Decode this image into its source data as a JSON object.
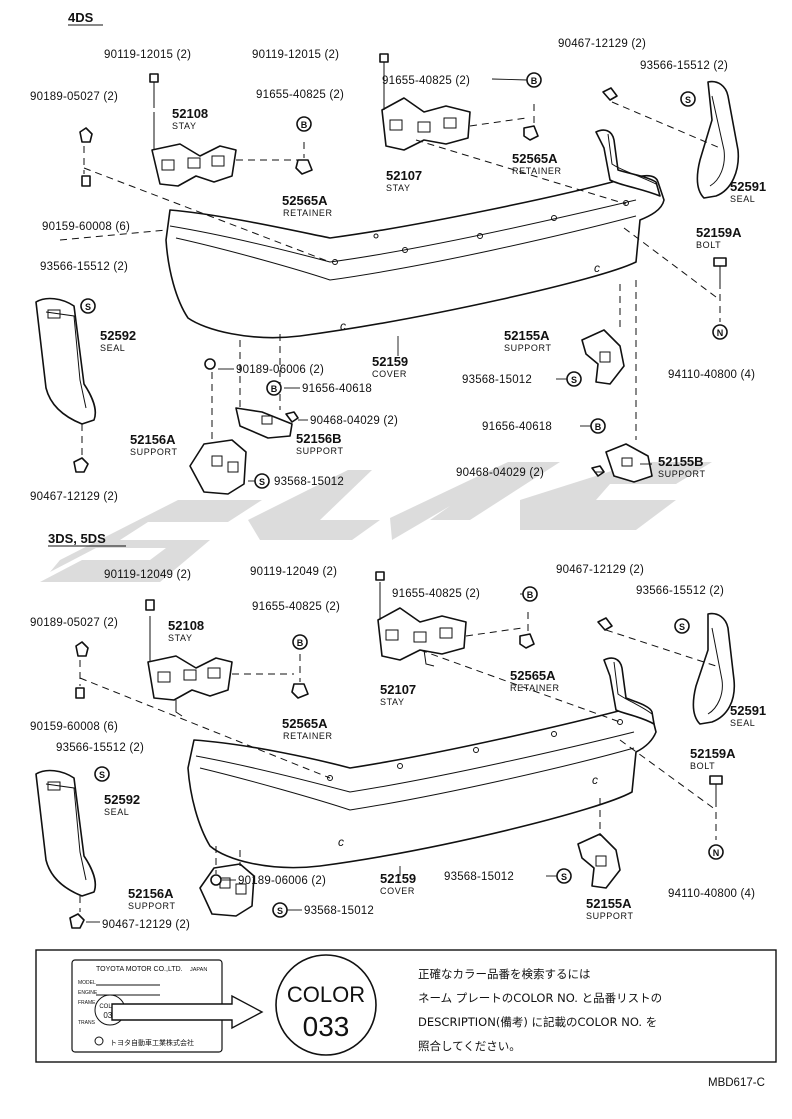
{
  "sections": [
    {
      "heading": "4DS",
      "labels": [
        {
          "id": "a1",
          "text": "90119-12015 (2)"
        },
        {
          "id": "a2",
          "text": "90119-12015 (2)"
        },
        {
          "id": "a3",
          "text": "90467-12129 (2)"
        },
        {
          "id": "a4",
          "text": "93566-15512 (2)"
        },
        {
          "id": "a5",
          "text": "90189-05027 (2)"
        },
        {
          "id": "a6",
          "text": "91655-40825 (2)"
        },
        {
          "id": "a7",
          "text": "91655-40825 (2)"
        },
        {
          "id": "a8",
          "text": "52565A"
        },
        {
          "id": "a9",
          "text": "RETAINER"
        },
        {
          "id": "a10",
          "text": "52108"
        },
        {
          "id": "a11",
          "text": "STAY"
        },
        {
          "id": "a12",
          "text": "52107"
        },
        {
          "id": "a13",
          "text": "STAY"
        },
        {
          "id": "a14",
          "text": "52565A"
        },
        {
          "id": "a15",
          "text": "RETAINER"
        },
        {
          "id": "a16",
          "text": "52591"
        },
        {
          "id": "a17",
          "text": "SEAL"
        },
        {
          "id": "a18",
          "text": "90159-60008 (6)"
        },
        {
          "id": "a19",
          "text": "52159A"
        },
        {
          "id": "a20",
          "text": "BOLT"
        },
        {
          "id": "a21",
          "text": "93566-15512 (2)"
        },
        {
          "id": "a22",
          "text": "52592"
        },
        {
          "id": "a23",
          "text": "SEAL"
        },
        {
          "id": "a24",
          "text": "52155A"
        },
        {
          "id": "a25",
          "text": "SUPPORT"
        },
        {
          "id": "a26",
          "text": "52159"
        },
        {
          "id": "a27",
          "text": "COVER"
        },
        {
          "id": "a28",
          "text": "90189-06006 (2)"
        },
        {
          "id": "a29",
          "text": "91656-40618"
        },
        {
          "id": "a30",
          "text": "93568-15012"
        },
        {
          "id": "a31",
          "text": "94110-40800 (4)"
        },
        {
          "id": "a32",
          "text": "90468-04029 (2)"
        },
        {
          "id": "a33",
          "text": "52156B"
        },
        {
          "id": "a34",
          "text": "SUPPORT"
        },
        {
          "id": "a35",
          "text": "91656-40618"
        },
        {
          "id": "a36",
          "text": "52156A"
        },
        {
          "id": "a37",
          "text": "SUPPORT"
        },
        {
          "id": "a38",
          "text": "90468-04029 (2)"
        },
        {
          "id": "a39",
          "text": "52155B"
        },
        {
          "id": "a40",
          "text": "SUPPORT"
        },
        {
          "id": "a41",
          "text": "93568-15012"
        },
        {
          "id": "a42",
          "text": "90467-12129 (2)"
        }
      ]
    },
    {
      "heading": "3DS, 5DS",
      "labels": [
        {
          "id": "b1",
          "text": "90119-12049 (2)"
        },
        {
          "id": "b2",
          "text": "90119-12049 (2)"
        },
        {
          "id": "b3",
          "text": "90467-12129 (2)"
        },
        {
          "id": "b4",
          "text": "93566-15512 (2)"
        },
        {
          "id": "b5",
          "text": "91655-40825 (2)"
        },
        {
          "id": "b6",
          "text": "90189-05027 (2)"
        },
        {
          "id": "b7",
          "text": "91655-40825 (2)"
        },
        {
          "id": "b8",
          "text": "52108"
        },
        {
          "id": "b9",
          "text": "STAY"
        },
        {
          "id": "b10",
          "text": "52565A"
        },
        {
          "id": "b11",
          "text": "RETAINER"
        },
        {
          "id": "b12",
          "text": "52107"
        },
        {
          "id": "b13",
          "text": "STAY"
        },
        {
          "id": "b14",
          "text": "52591"
        },
        {
          "id": "b15",
          "text": "SEAL"
        },
        {
          "id": "b16",
          "text": "90159-60008 (6)"
        },
        {
          "id": "b17",
          "text": "52565A"
        },
        {
          "id": "b18",
          "text": "RETAINER"
        },
        {
          "id": "b19",
          "text": "52159A"
        },
        {
          "id": "b20",
          "text": "BOLT"
        },
        {
          "id": "b21",
          "text": "93566-15512 (2)"
        },
        {
          "id": "b22",
          "text": "52592"
        },
        {
          "id": "b23",
          "text": "SEAL"
        },
        {
          "id": "b24",
          "text": "52159"
        },
        {
          "id": "b25",
          "text": "COVER"
        },
        {
          "id": "b26",
          "text": "93568-15012"
        },
        {
          "id": "b27",
          "text": "94110-40800 (4)"
        },
        {
          "id": "b28",
          "text": "52156A"
        },
        {
          "id": "b29",
          "text": "SUPPORT"
        },
        {
          "id": "b30",
          "text": "90189-06006 (2)"
        },
        {
          "id": "b31",
          "text": "52155A"
        },
        {
          "id": "b32",
          "text": "SUPPORT"
        },
        {
          "id": "b33",
          "text": "90467-12129 (2)"
        },
        {
          "id": "b34",
          "text": "93568-15012"
        }
      ]
    }
  ],
  "markers": {
    "b": "B",
    "s": "S",
    "n": "N"
  },
  "note_panel": {
    "plate_maker": "TOYOTA MOTOR CO.,LTD.",
    "plate_country": "JAPAN",
    "plate_fields": [
      "MODEL",
      "ENGINE",
      "FRAME",
      "TRANS"
    ],
    "plate_color_label": "COLOR",
    "plate_color_no": "033",
    "plate_footer": "トヨタ自動車工業株式会社",
    "color_label": "COLOR",
    "color_no": "033",
    "text_lines": [
      "正確なカラー品番を検索するには",
      "ネーム プレートのCOLOR NO. と品番リストの",
      "DESCRIPTION(備考) に記載のCOLOR NO. を",
      "照合してください。"
    ]
  },
  "figure_code": "MBD617-C"
}
